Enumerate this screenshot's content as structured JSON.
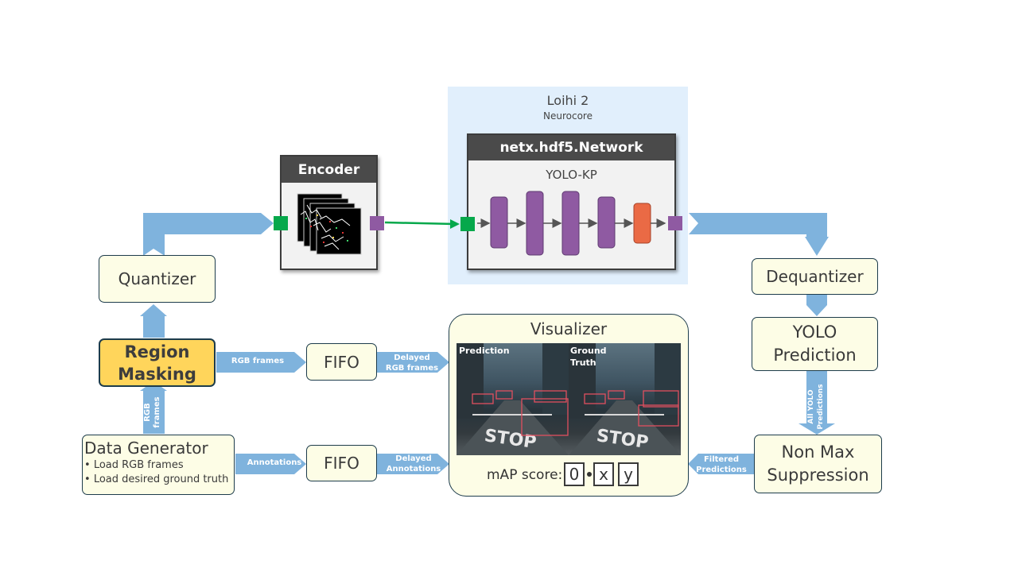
{
  "loihi": {
    "title": "Loihi 2",
    "subtitle": "Neurocore"
  },
  "encoder": {
    "title": "Encoder"
  },
  "network": {
    "title": "netx.hdf5.Network",
    "subtitle": "YOLO-KP"
  },
  "quantizer": {
    "label": "Quantizer"
  },
  "dequantizer": {
    "label": "Dequantizer"
  },
  "region_masking": {
    "line1": "Region",
    "line2": "Masking"
  },
  "data_generator": {
    "title": "Data Generator",
    "bullets": [
      "Load RGB frames",
      "Load desired ground truth"
    ]
  },
  "fifo_top": {
    "label": "FIFO"
  },
  "fifo_bottom": {
    "label": "FIFO"
  },
  "yolo_prediction": {
    "line1": "YOLO",
    "line2": "Prediction"
  },
  "nms": {
    "line1": "Non Max",
    "line2": "Suppression"
  },
  "visualizer": {
    "title": "Visualizer",
    "left_panel_label": "Prediction",
    "right_panel_label_1": "Ground",
    "right_panel_label_2": "Truth",
    "map_label": "mAP score:",
    "map_digits": [
      "0",
      "x",
      "y"
    ]
  },
  "arrows": {
    "rgb_frames_h": "RGB frames",
    "rgb_frames_v_1": "RGB",
    "rgb_frames_v_2": "frames",
    "delayed_rgb_1": "Delayed",
    "delayed_rgb_2": "RGB frames",
    "annotations": "Annotations",
    "delayed_ann_1": "Delayed",
    "delayed_ann_2": "Annotations",
    "all_yolo_1": "All YOLO",
    "all_yolo_2": "Predictions",
    "filtered_1": "Filtered",
    "filtered_2": "Predictions"
  },
  "colors": {
    "arrow_blue": "#7fb3dd",
    "box_fill": "#fdfde6",
    "box_border": "#1d3c4c",
    "highlight": "#ffd55b",
    "loihi_bg": "#e1effc",
    "layer_purple": "#8f5aa2",
    "layer_orange": "#ea6a45",
    "port_green": "#06a84b",
    "port_purple": "#8f5aa2"
  }
}
